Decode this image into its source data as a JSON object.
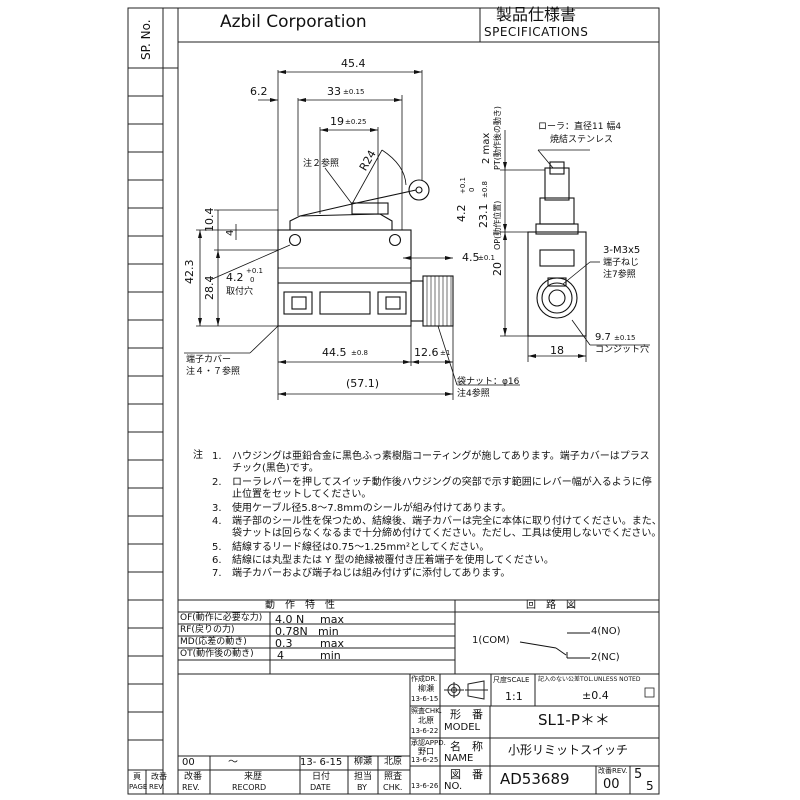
{
  "sidebar": {
    "sp_no": "SP. No."
  },
  "header": {
    "company": "Azbil Corporation",
    "title_jp": "製品仕様書",
    "title_en": "SPECIFICATIONS"
  },
  "drawing": {
    "dims": {
      "d_45_4": "45.4",
      "d_6_2": "6.2",
      "d_33": "33",
      "d_33_tol": "±0.15",
      "d_19": "19",
      "d_19_tol": "±0.25",
      "d_r24": "R24",
      "d_10_4": "10.4",
      "d_4": "4",
      "d_42_3": "42.3",
      "d_28_4": "28.4",
      "d_4_2": "4.2",
      "d_4_2_tol_upper": "+0.1",
      "d_4_2_tol_lower": "0",
      "d_4_5": "4.5",
      "d_4_5_tol": "±0.1",
      "d_44_5": "44.5",
      "d_44_5_tol": "±0.8",
      "d_12_6": "12.6",
      "d_12_6_tol": "±1",
      "d_57_1": "(57.1)",
      "d_2max": "2 max",
      "pt": "PT(動作後の動き)",
      "d_4_2_side": "4.2",
      "d_4_2_side_tol_upper": "+0.1",
      "d_4_2_side_tol_lower": "0",
      "d_23_1": "23.1",
      "d_23_1_tol": "±0.8",
      "op": "OP(動作位置)",
      "d_20": "20",
      "d_18": "18"
    },
    "labels": {
      "note2": "注２参照",
      "hole": "取付穴",
      "roller": "ローラ：直径11 幅4",
      "roller2": "焼結ステンレス",
      "m3": "3-M3x5",
      "screw": "端子ねじ",
      "note7": "注7参照",
      "conduit_dim": "9.7",
      "conduit_tol": "±0.15",
      "conduit": "コンジット穴",
      "cover": "端子カバー",
      "note47": "注４・７参照",
      "nut": "袋ナット：φ16",
      "note4": "注4参照"
    }
  },
  "notes": {
    "prefix": "注",
    "n1": "1.",
    "l1": "ハウジングは亜鉛合金に黒色ふっ素樹脂コーティングが施してあります。端子カバーはプラス",
    "l1b": "チック(黒色)です。",
    "n2": "2.",
    "l2": "ローラレバーを押してスイッチ動作後ハウジングの突部で示す範囲にレバー幅が入るように停",
    "l2b": "止位置をセットしてください。",
    "n3": "3.",
    "l3": "使用ケーブル径5.8～7.8mmのシールが組み付けてあります。",
    "n4": "4.",
    "l4": "端子部のシール性を保つため、結線後、端子カバーは完全に本体に取り付けてください。また、",
    "l4b": "袋ナットは回らなくなるまで十分締め付けてください。ただし、工具は使用しないでください。",
    "n5": "5.",
    "l5": "結線するリード線径は0.75～1.25mm²としてください。",
    "n6": "6.",
    "l6": "結線には丸型または Y 型の絶縁被覆付き圧着端子を使用してください。",
    "n7": "7.",
    "l7": "端子カバーおよび端子ねじは組み付けずに添付してあります。"
  },
  "characteristics": {
    "title": "動　作　特　性",
    "rows": [
      {
        "label": "OF(動作に必要な力)",
        "value": "4.0 N",
        "unit": "max"
      },
      {
        "label": "RF(戻りの力)",
        "value": "0.78N",
        "unit": "min"
      },
      {
        "label": "MD(応差の動き)",
        "value": "0.3",
        "unit": "max"
      },
      {
        "label": "OT(動作後の動き)",
        "value": "4",
        "unit": "min"
      }
    ]
  },
  "circuit": {
    "title": "回　路　図",
    "com": "1(COM)",
    "no": "4(NO)",
    "nc": "2(NC)"
  },
  "titleblock": {
    "dr_label": "作成DR.",
    "dr_name": "柳瀬",
    "dr_date": "13-6-15",
    "chk_label": "照査CHK.",
    "chk_name": "北原",
    "chk_date": "13-6-22",
    "app_label": "承認APPD.",
    "app_name": "野口",
    "app_date": "13-6-25",
    "scale_label": "尺度SCALE",
    "scale": "1:1",
    "tol_label": "記入のない公差TOL.UNLESS NOTED",
    "tol": "±0.4",
    "model_jp": "形　番",
    "model_en": "MODEL",
    "model": "SL1-P＊＊",
    "name_jp": "名　称",
    "name_en": "NAME",
    "name": "小形リミットスイッチ",
    "no_jp": "図　番",
    "no_en": "NO.",
    "no_date": "13-6-26",
    "number": "AD53689",
    "rev_label": "改番REV.",
    "rev": "00",
    "page": "5",
    "pages": "5"
  },
  "revision": {
    "entry_rev": "00",
    "entry_record": "～",
    "entry_date": "13- 6-15",
    "entry_by": "柳瀬",
    "entry_chk": "北原",
    "h_page": "頁",
    "h_page_en": "PAGE",
    "h_rev": "改番",
    "h_rev_en": "REV.",
    "h_rev2": "改番",
    "h_rev2_en": "REV.",
    "h_record": "来歴",
    "h_record_en": "RECORD",
    "h_date": "日付",
    "h_date_en": "DATE",
    "h_by": "担当",
    "h_by_en": "BY",
    "h_chk": "照査",
    "h_chk_en": "CHK."
  }
}
